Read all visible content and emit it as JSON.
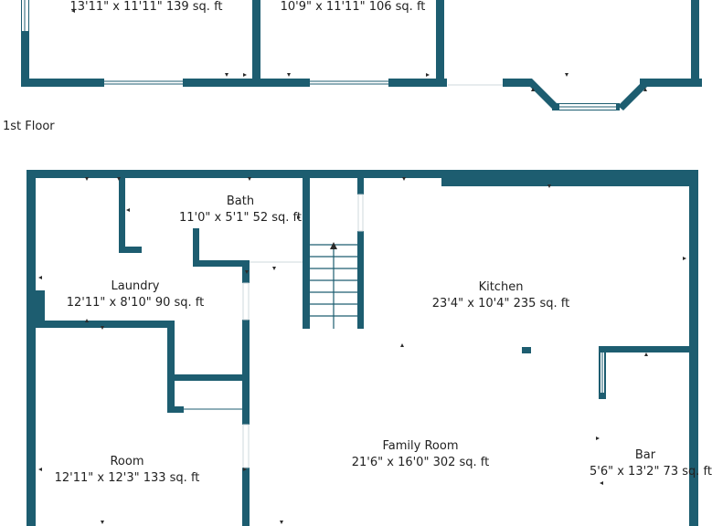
{
  "floor_label": "1st Floor",
  "colors": {
    "wall": "#1d5d70",
    "background": "#ffffff",
    "text": "#222222"
  },
  "upper_rooms": [
    {
      "dims": "13'11\" x 11'11\" 139 sq. ft"
    },
    {
      "dims": "10'9\" x 11'11\" 106 sq. ft"
    }
  ],
  "rooms": {
    "bath": {
      "name": "Bath",
      "dims": "11'0\" x 5'1\" 52 sq. ft"
    },
    "laundry": {
      "name": "Laundry",
      "dims": "12'11\" x 8'10\" 90 sq. ft"
    },
    "kitchen": {
      "name": "Kitchen",
      "dims": "23'4\" x 10'4\" 235 sq. ft"
    },
    "room": {
      "name": "Room",
      "dims": "12'11\" x 12'3\" 133 sq. ft"
    },
    "family_room": {
      "name": "Family Room",
      "dims": "21'6\" x 16'0\" 302 sq. ft"
    },
    "bar": {
      "name": "Bar",
      "dims": "5'6\" x 13'2\" 73 sq. ft"
    }
  }
}
